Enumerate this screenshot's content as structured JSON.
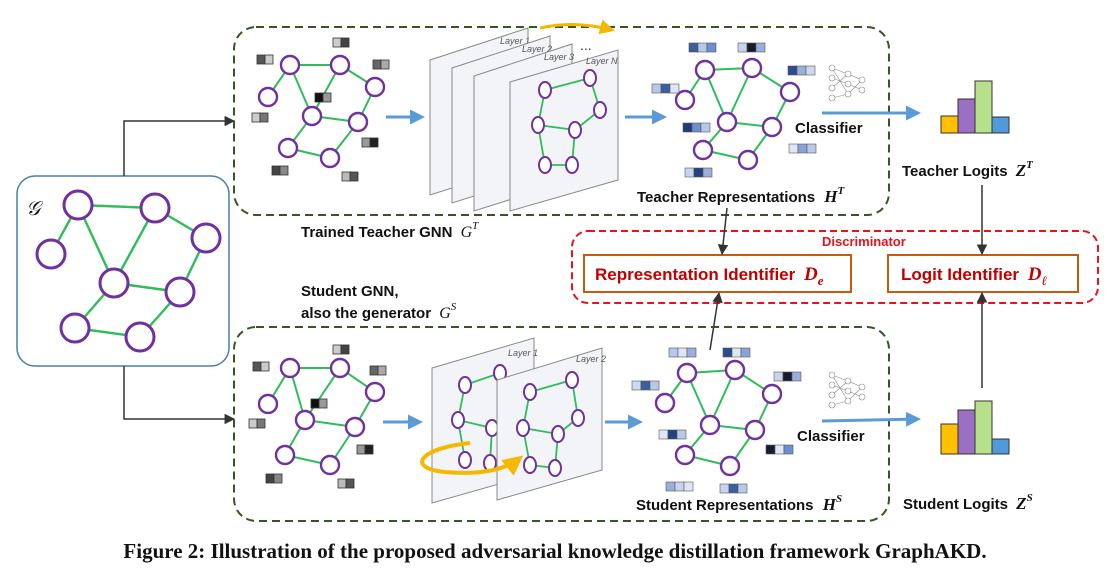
{
  "input_graph": {
    "symbol": "𝒢"
  },
  "teacher": {
    "model_label": "Trained Teacher GNN",
    "model_symbol": "G",
    "model_sup": "T",
    "layers": [
      "Layer 1",
      "Layer 2",
      "Layer 3",
      "Layer N"
    ],
    "layer_ellipsis": "...",
    "representations_label": "Teacher Representations",
    "representations_symbol": "H",
    "representations_sup": "T",
    "classifier_label": "Classifier",
    "logits_label": "Teacher Logits",
    "logits_symbol": "Z",
    "logits_sup": "T"
  },
  "student": {
    "model_label_line1": "Student GNN,",
    "model_label_line2": "also the generator",
    "model_symbol": "G",
    "model_sup": "S",
    "layers": [
      "Layer 1",
      "Layer 2"
    ],
    "representations_label": "Student Representations",
    "representations_symbol": "H",
    "representations_sup": "S",
    "classifier_label": "Classifier",
    "logits_label": "Student Logits",
    "logits_symbol": "Z",
    "logits_sup": "S"
  },
  "discriminator": {
    "title": "Discriminator",
    "representation_identifier": "Representation Identifier",
    "representation_symbol": "D",
    "representation_sub": "e",
    "logit_identifier": "Logit Identifier",
    "logit_symbol": "D",
    "logit_sub": "ℓ"
  },
  "caption": "Figure 2: Illustration of the proposed adversarial knowledge distillation framework GraphAKD.",
  "colors": {
    "node_stroke": "#7030a0",
    "edge": "#2ebd5a",
    "flow_arrow": "#5b9bd5",
    "frame_dash": "#375623",
    "discriminator_red": "#e5131d",
    "identifier_border": "#c55a11",
    "identifier_text": "#c00000",
    "yellow_arrow": "#f5b800",
    "bar_yellow": "#ffc000",
    "bar_purple": "#9b6fc3",
    "bar_green": "#b7e08a",
    "bar_blue": "#4f9bd9"
  }
}
